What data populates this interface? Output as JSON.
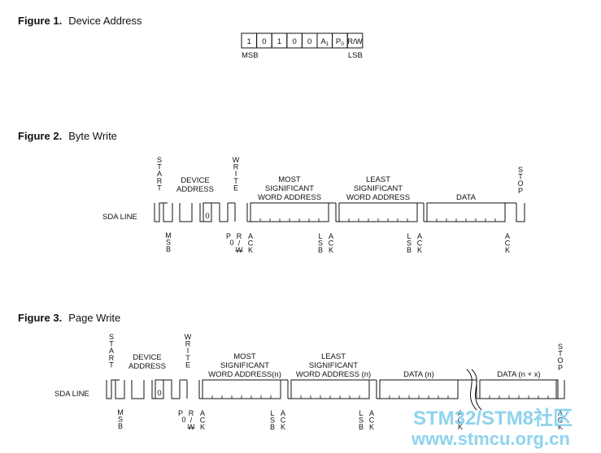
{
  "figure1": {
    "number": "Figure 1.",
    "title": "Device Address",
    "bits": [
      "1",
      "0",
      "1",
      "0",
      "0",
      "A1",
      "P0",
      "R/W"
    ],
    "msb_label": "MSB",
    "lsb_label": "LSB"
  },
  "figure2": {
    "number": "Figure 2.",
    "title": "Byte Write",
    "start_label": "START",
    "device_address_label": [
      "DEVICE",
      "ADDRESS"
    ],
    "write_label": "WRITE",
    "msw_label": [
      "MOST",
      "SIGNIFICANT",
      "WORD ADDRESS"
    ],
    "lsw_label": [
      "LEAST",
      "SIGNIFICANT",
      "WORD ADDRESS"
    ],
    "data_label": "DATA",
    "stop_label": "STOP",
    "sda_label": "SDA LINE",
    "zero_bit": "0",
    "msb_label": "MSB",
    "p0_label": "P0",
    "rw_label": [
      "R",
      "/",
      "W"
    ],
    "ack_label": "ACK",
    "lsb_label": "LSB"
  },
  "figure3": {
    "number": "Figure 3.",
    "title": "Page Write",
    "start_label": "START",
    "device_address_label": [
      "DEVICE",
      "ADDRESS"
    ],
    "write_label": "WRITE",
    "msw_label": [
      "MOST",
      "SIGNIFICANT",
      "WORD ADDRESS(n)"
    ],
    "lsw_label": [
      "LEAST",
      "SIGNIFICANT",
      "WORD ADDRESS (n)"
    ],
    "data_n_label": "DATA (n)",
    "data_nx_label": "DATA (n + x)",
    "stop_label": "STOP",
    "sda_label": "SDA LINE",
    "zero_bit": "0",
    "msb_label": "MSB",
    "p0_label": "P0",
    "rw_label": [
      "R",
      "/",
      "W"
    ],
    "ack_label": "ACK",
    "lsb_label": "LSB"
  },
  "watermark": {
    "line1": "STM32/STM8社区",
    "line2": "www.stmcu.org.cn"
  }
}
